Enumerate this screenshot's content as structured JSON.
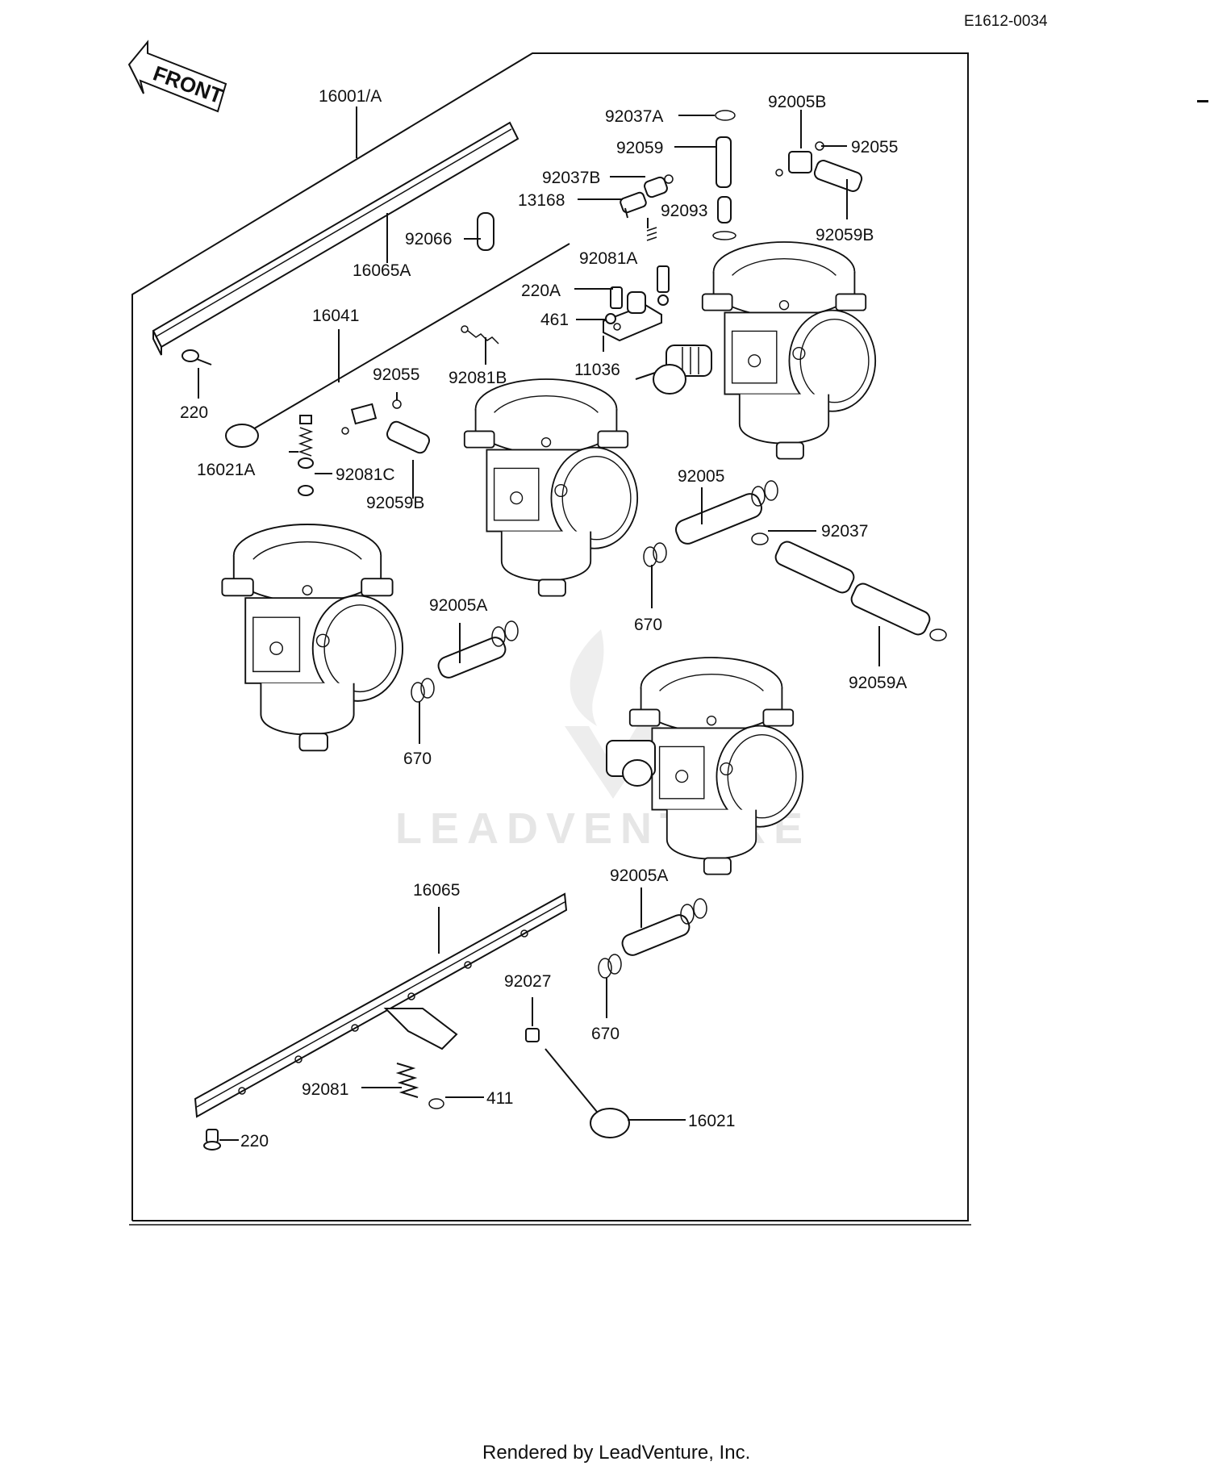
{
  "diagram_code": "E1612-0034",
  "front_arrow_label": "FRONT",
  "watermark": "LEADVENTURE",
  "footer": "Rendered by LeadVenture, Inc.",
  "callouts": {
    "c16001A": "16001/A",
    "c16065A": "16065A",
    "c92066": "92066",
    "c16041": "16041",
    "c220_top": "220",
    "c92055_left": "92055",
    "c16021A": "16021A",
    "c92081C": "92081C",
    "c92059B_left": "92059B",
    "c92081B": "92081B",
    "c92037A": "92037A",
    "c92059": "92059",
    "c92037B": "92037B",
    "c13168": "13168",
    "c92093": "92093",
    "c92081A": "92081A",
    "c220A": "220A",
    "c461": "461",
    "c11036": "11036",
    "c92005B": "92005B",
    "c92055_right": "92055",
    "c92059B_right": "92059B",
    "c92005": "92005",
    "c92037": "92037",
    "c670_mid": "670",
    "c92059A": "92059A",
    "c92005A_left": "92005A",
    "c670_left": "670",
    "c92005A_low": "92005A",
    "c670_low": "670",
    "c16065": "16065",
    "c92027": "92027",
    "c92081": "92081",
    "c411": "411",
    "c16021": "16021",
    "c220_bottom": "220"
  }
}
